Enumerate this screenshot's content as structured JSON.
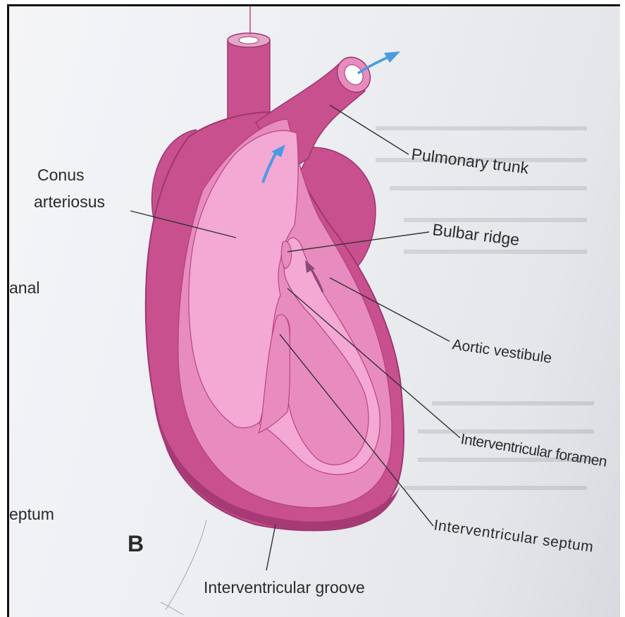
{
  "figure_label": "B",
  "labels": {
    "conus_line1": "Conus",
    "conus_line2": "arteriosus",
    "pulmonary_trunk": "Pulmonary trunk",
    "bulbar_ridge": "Bulbar ridge",
    "aortic_vestibule": "Aortic vestibule",
    "iv_foramen": "Interventricular foramen",
    "iv_septum": "Interventricular septum",
    "iv_groove": "Interventricular groove"
  },
  "cropped_text": {
    "anal": "anal",
    "eptum": "eptum"
  },
  "colors": {
    "outer_heart": "#c9508f",
    "inner_heart": "#e88cbf",
    "chamber": "#f3a9d4",
    "dark_edge": "#a63a75",
    "flow_arrow": "#4a9be0",
    "aortic_arrow": "#8a4a7a"
  }
}
